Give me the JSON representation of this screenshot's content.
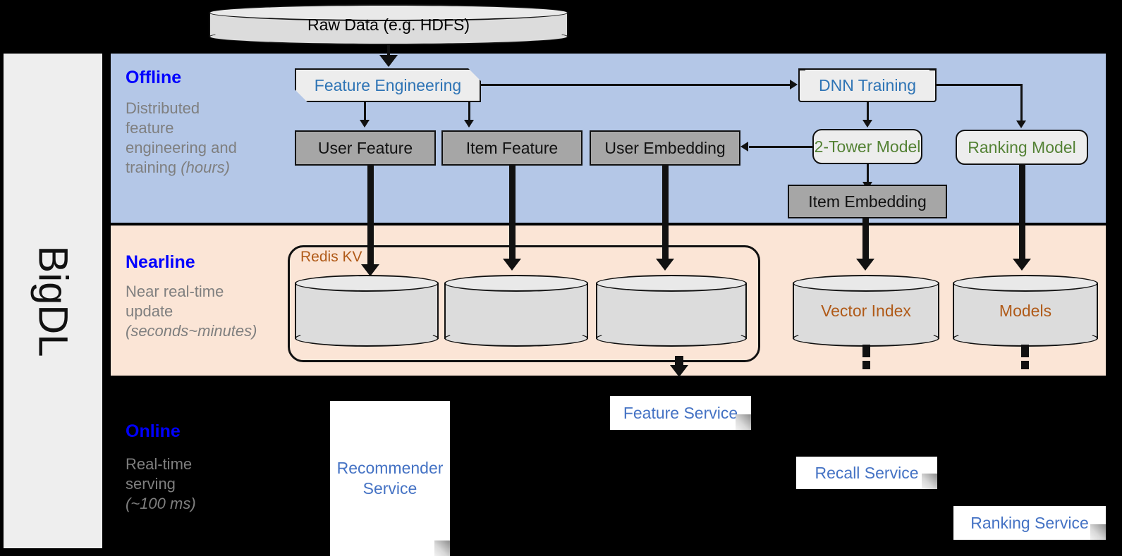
{
  "platform": {
    "name": "BigDL"
  },
  "source": {
    "label": "Raw Data (e.g. HDFS)"
  },
  "bands": [
    {
      "id": "offline",
      "title": "Offline",
      "subtitle_lines": [
        "Distributed",
        "feature",
        "engineering and",
        "training "
      ],
      "subtitle_italic": "(hours)",
      "bg": "#b4c7e7"
    },
    {
      "id": "nearline",
      "title": "Nearline",
      "subtitle_lines": [
        "Near real-time",
        "update "
      ],
      "subtitle_italic": "(seconds~minutes)",
      "bg": "#fbe5d6"
    },
    {
      "id": "online",
      "title": "Online",
      "subtitle_lines": [
        "Real-time",
        "serving "
      ],
      "subtitle_italic": "(~100 ms)",
      "bg": "#000000"
    }
  ],
  "offline": {
    "feature_engineering": "Feature Engineering",
    "dnn_training": "DNN Training",
    "user_feature": "User Feature",
    "item_feature": "Item Feature",
    "user_embedding": "User Embedding",
    "two_tower_model": "2-Tower Model",
    "ranking_model": "Ranking Model",
    "item_embedding": "Item Embedding"
  },
  "nearline": {
    "redis_kv": "Redis KV",
    "store_user_feature": "",
    "store_item_feature": "",
    "store_user_embedding": "",
    "vector_index": "Vector Index",
    "models": "Models"
  },
  "online": {
    "recommender_service": "Recommender\nService",
    "recommender_service_line1": "Recommender",
    "recommender_service_line2": "Service",
    "feature_service": "Feature Service",
    "recall_service": "Recall Service",
    "ranking_service": "Ranking Service"
  },
  "colors": {
    "offline_bg": "#b4c7e7",
    "nearline_bg": "#fbe5d6",
    "online_bg": "#000000",
    "rail_bg": "#eeeeee",
    "band_title": "#0000ff",
    "band_subtitle": "#7f7f7f",
    "blue_text": "#2e74b5",
    "green_text": "#548235",
    "brown_text": "#b05a18",
    "service_text": "#4472c4",
    "gray_box": "#a6a6a6",
    "proc_box": "#ededed",
    "cylinder": "#dcdcdc"
  }
}
